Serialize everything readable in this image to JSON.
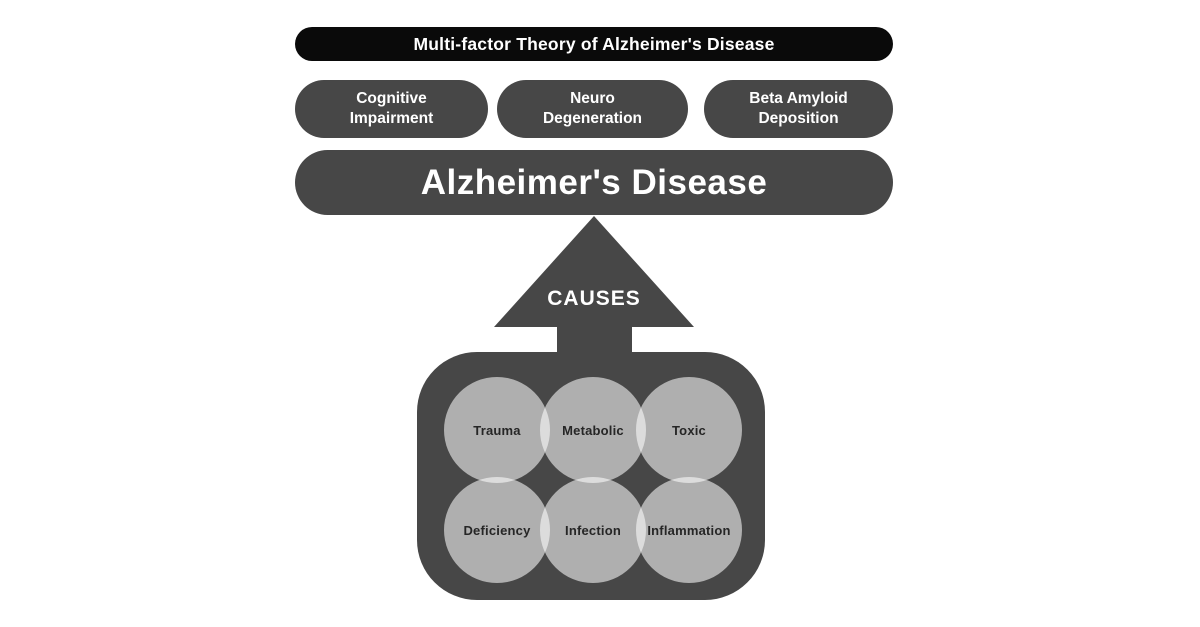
{
  "diagram": {
    "title": "Multi-factor Theory of Alzheimer's Disease",
    "effects": [
      {
        "label": "Cognitive Impairment",
        "line1": "Cognitive",
        "line2": "Impairment"
      },
      {
        "label": "Neuro Degeneration",
        "line1": "Neuro",
        "line2": "Degeneration"
      },
      {
        "label": "Beta Amyloid Deposition",
        "line1": "Beta Amyloid",
        "line2": "Deposition"
      }
    ],
    "disease_label": "Alzheimer's Disease",
    "arrow_label": "CAUSES",
    "causes": [
      {
        "label": "Trauma"
      },
      {
        "label": "Metabolic"
      },
      {
        "label": "Toxic"
      },
      {
        "label": "Deficiency"
      },
      {
        "label": "Infection"
      },
      {
        "label": "Inflammation"
      }
    ],
    "colors": {
      "title_bg": "#0a0a0a",
      "panel_bg": "#474747",
      "circle_bg": "#b2b2b2",
      "background": "#ffffff",
      "text_light": "#ffffff",
      "text_dark": "#262626"
    }
  }
}
